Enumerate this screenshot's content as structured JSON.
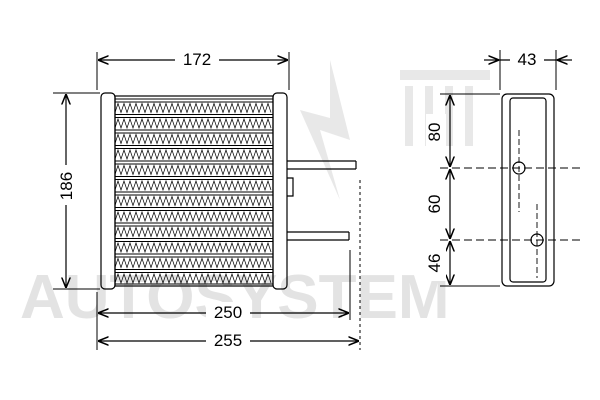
{
  "watermark": {
    "text": "AUTOSYSTEM"
  },
  "front_view": {
    "dims": {
      "core_width": "172",
      "height": "186",
      "core_length": "250",
      "overall_length": "255"
    },
    "fin_rows": 12,
    "pipes": 2
  },
  "side_view": {
    "dims": {
      "depth": "43",
      "top_offset": "80",
      "pipe_spacing": "60",
      "bottom_offset": "46"
    },
    "ports": 2
  },
  "colors": {
    "line": "#000000",
    "watermark": "#e3e3e3",
    "background": "#ffffff"
  }
}
